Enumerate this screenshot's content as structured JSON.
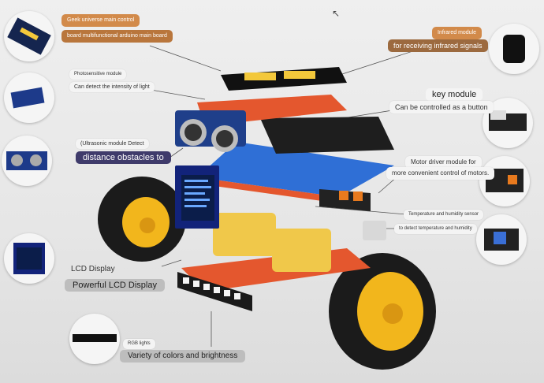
{
  "labels": {
    "main_board_title": "Geek universe main control",
    "main_board_sub": "board multifunctional arduino main board",
    "infrared_title": "Infrared module",
    "infrared_sub": "for receiving infrared signals",
    "photo_title": "Photosensitive module",
    "photo_sub": "Can detect the intensity of light",
    "key_title": "key module",
    "key_sub": "Can be controlled as a button",
    "ultra_title": "(Ultrasonic module Detect",
    "ultra_sub": "distance obstacles to",
    "motor_title": "Motor driver module for",
    "motor_sub": "more convenient control of motors.",
    "temp_title": "Temperature and humidity sensor",
    "temp_sub": "to detect temperature and humidity",
    "lcd_title": "LCD Display",
    "lcd_sub": "Powerful LCD Display",
    "rgb_title": "RGB lights",
    "rgb_sub": "Variety of colors and brightness"
  },
  "icons": [
    "cursor-arrow-icon"
  ],
  "colors": {
    "frame": "#e4572e",
    "wheel": "#f2b61c",
    "tire": "#1f1f1f",
    "board": "#2f6fd6",
    "motor": "#f0c84a"
  }
}
